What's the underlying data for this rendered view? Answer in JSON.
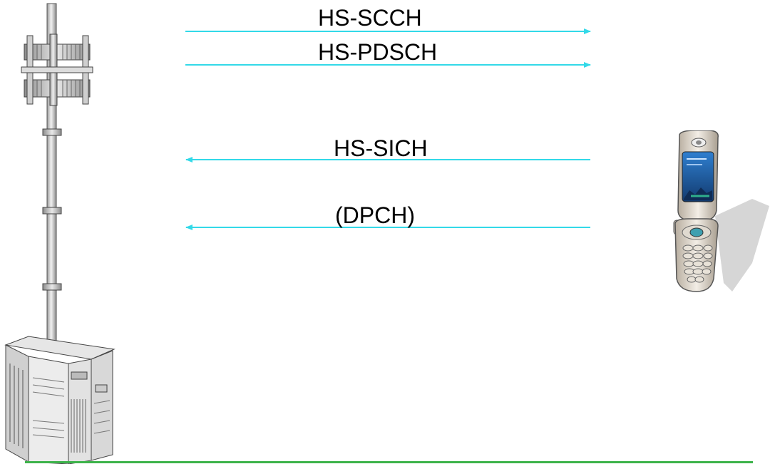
{
  "channels": [
    {
      "label": "HS-SCCH",
      "direction": "downlink"
    },
    {
      "label": "HS-PDSCH",
      "direction": "downlink"
    },
    {
      "label": "HS-SICH",
      "direction": "uplink"
    },
    {
      "label": "(DPCH)",
      "direction": "uplink"
    }
  ],
  "colors": {
    "arrow": "#33d9e8",
    "ground": "#3cb34a",
    "tower_fill": "#bdbdbd",
    "phone_body": "#d8d0c4",
    "phone_screen": "#1f5fa8",
    "shadow": "#d6d6d6"
  },
  "icons": {
    "base_station": "cell-tower-icon",
    "equipment": "equipment-rack-icon",
    "handset": "flip-phone-icon"
  }
}
